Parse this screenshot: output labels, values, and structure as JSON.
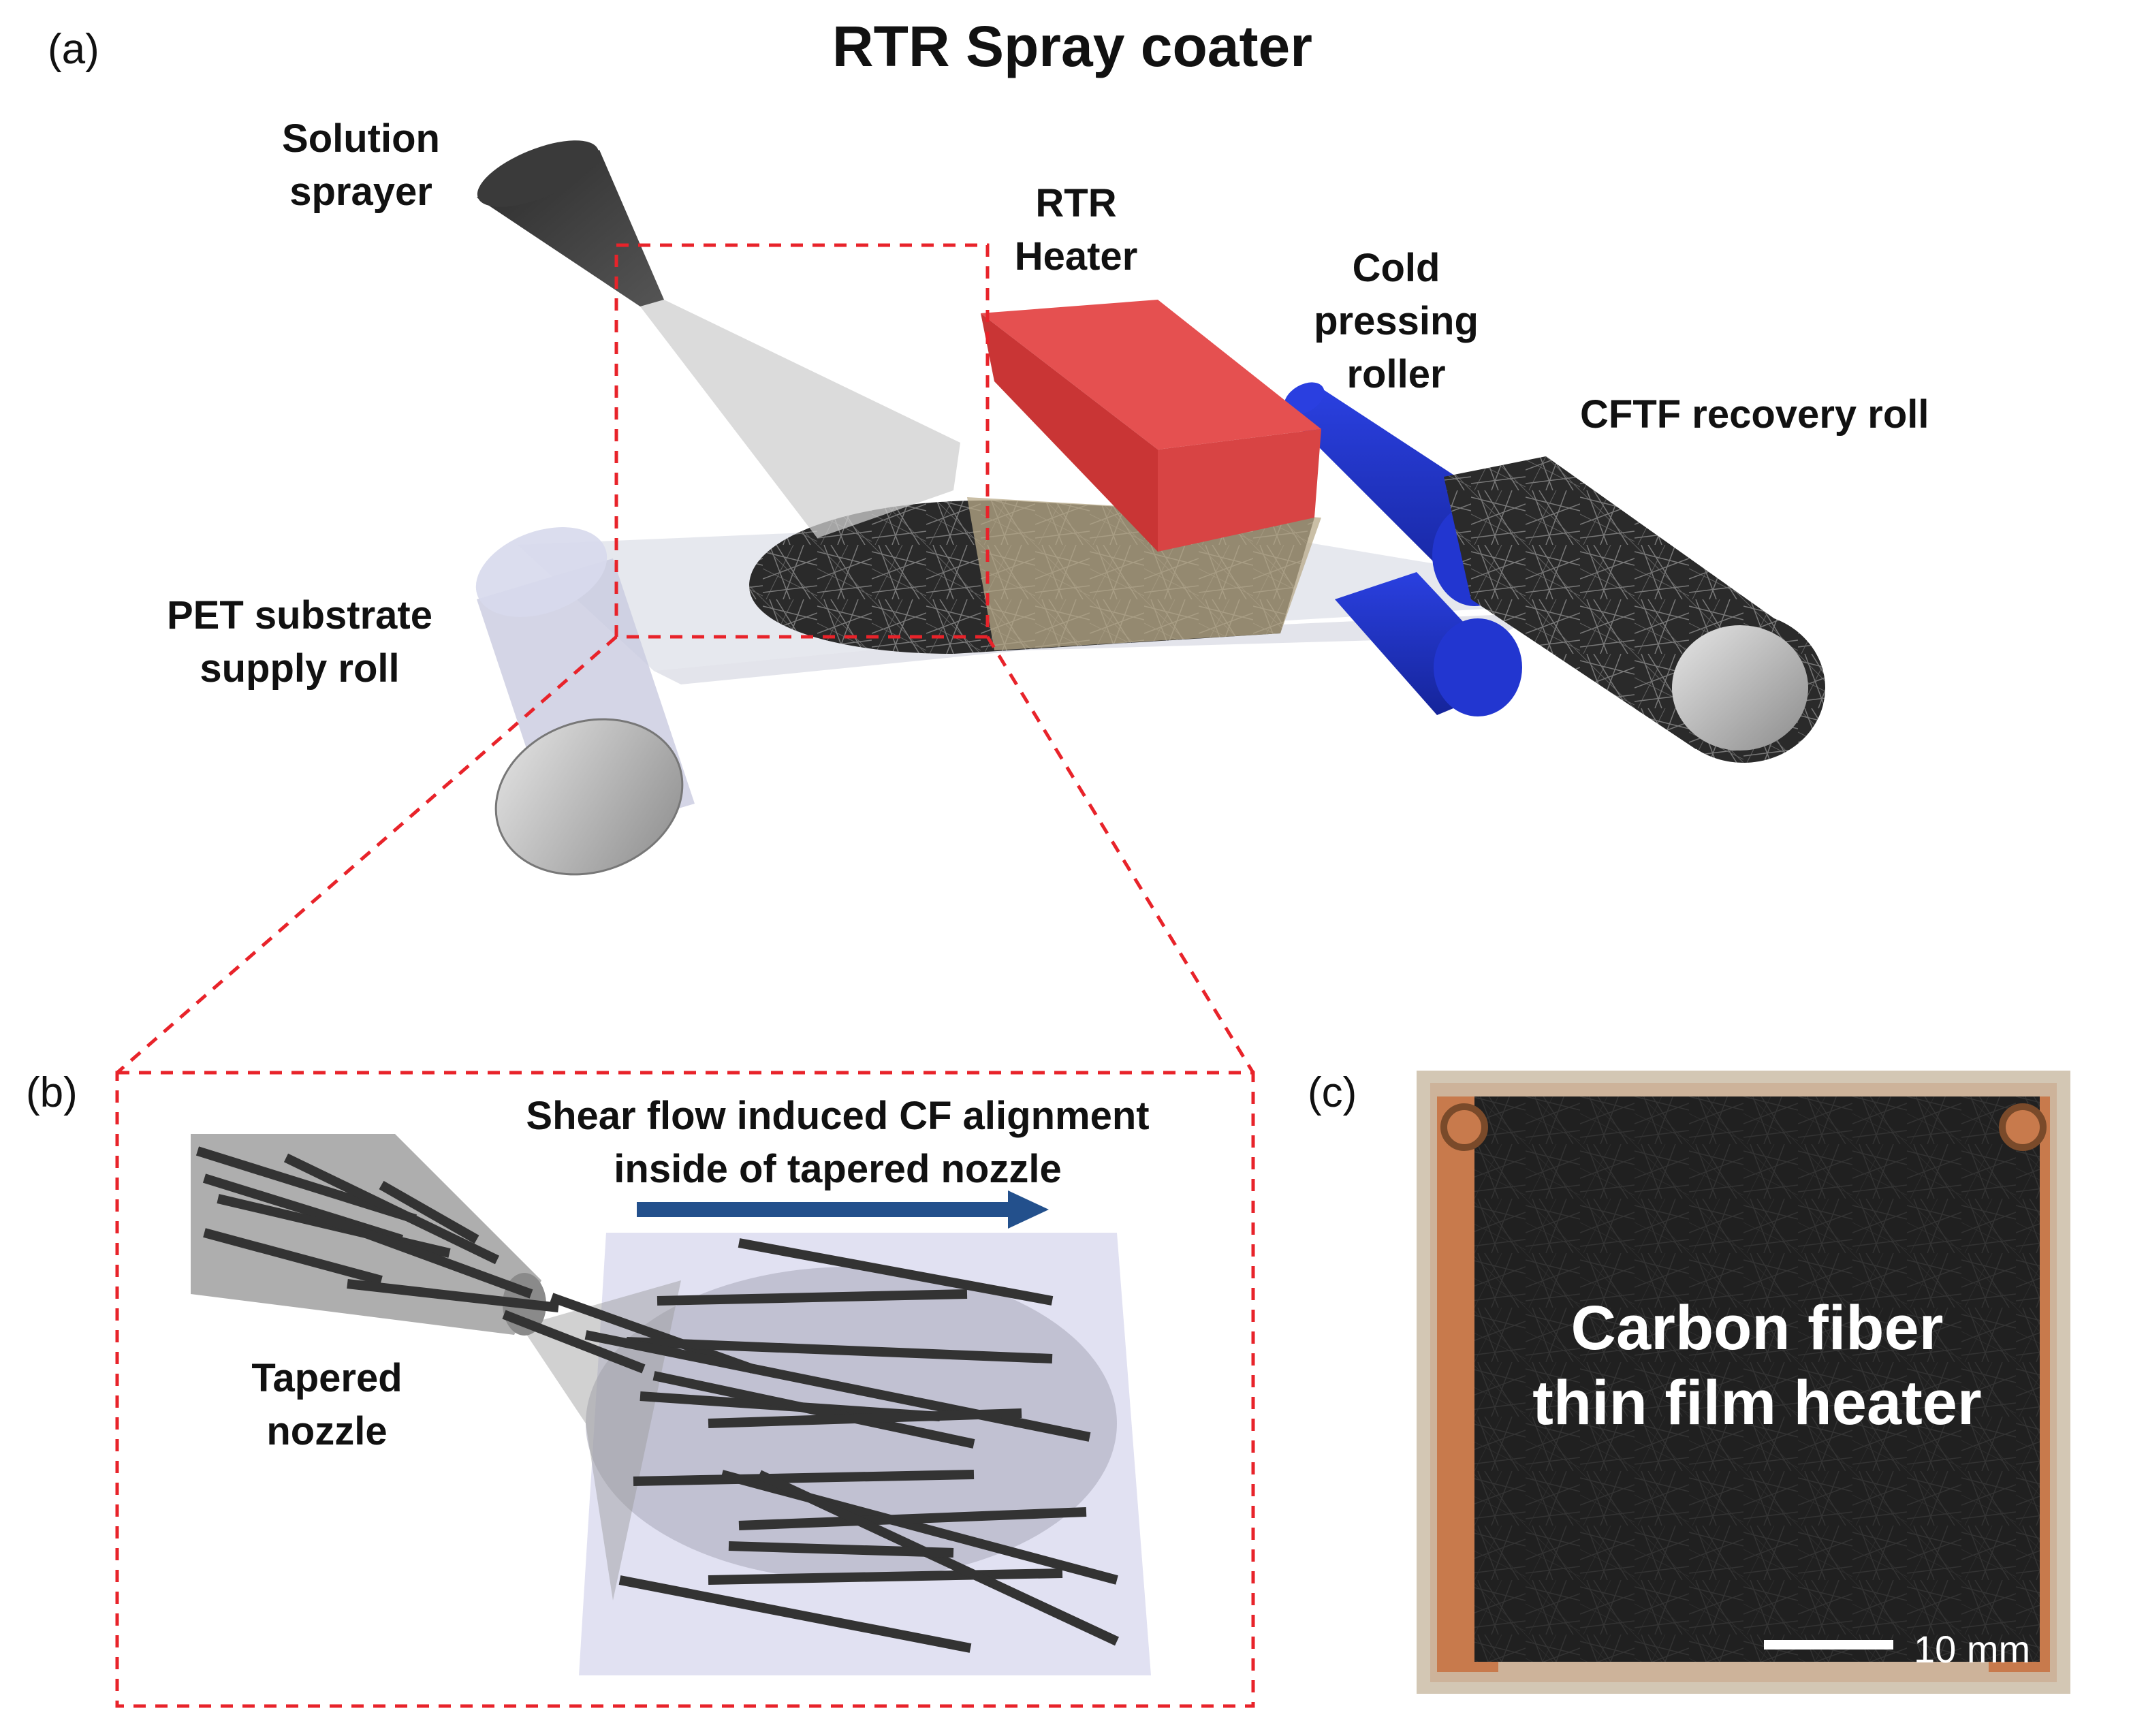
{
  "title": "RTR Spray coater",
  "panels": {
    "a": "(a)",
    "b": "(b)",
    "c": "(c)"
  },
  "labels": {
    "solution_sprayer": [
      "Solution",
      "sprayer"
    ],
    "rtr_heater": [
      "RTR",
      "Heater"
    ],
    "cold_pressing_roller": [
      "Cold",
      "pressing",
      "roller"
    ],
    "cftf_recovery_roll": "CFTF recovery roll",
    "pet_supply_roll": [
      "PET substrate",
      "supply roll"
    ],
    "shear_flow": [
      "Shear flow induced CF alignment",
      "inside of tapered nozzle"
    ],
    "tapered_nozzle": [
      "Tapered",
      "nozzle"
    ],
    "photo_caption": [
      "Carbon fiber",
      "thin film heater"
    ],
    "scale_bar": "10 mm"
  },
  "colors": {
    "heater": "#e03a3a",
    "roller": "#1f33c8",
    "callout_dash": "#e8232a",
    "arrow": "#23508c",
    "copper": "#c87a4c",
    "film": "#1c1c1c"
  }
}
